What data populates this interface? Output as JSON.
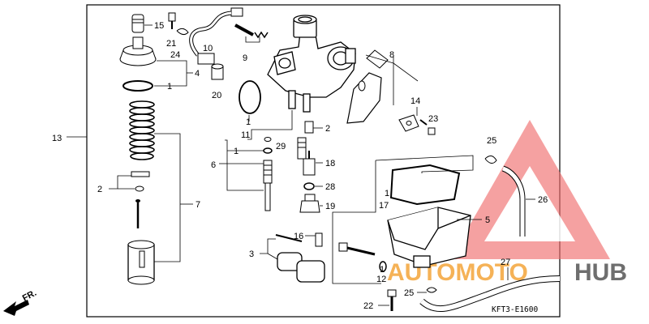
{
  "diagram_code": "KFT3-E1600",
  "direction_label": "FR.",
  "watermark": {
    "brand_part1": "AUTOMOTO",
    "brand_part2": "HUB",
    "colors": {
      "orange": "#f4a53a",
      "gray": "#555555",
      "red": "#f06c6c"
    }
  },
  "callouts": {
    "c15": "15",
    "c21": "21",
    "c24": "24",
    "c10": "10",
    "c9": "9",
    "c4": "4",
    "c1a": "1",
    "c20": "20",
    "c13": "13",
    "c1b": "1",
    "c11": "11",
    "c1c": "1",
    "c2a": "2",
    "c29": "29",
    "c6": "6",
    "c18": "18",
    "c28": "28",
    "c19": "19",
    "c2b": "2",
    "c7": "7",
    "c8": "8",
    "c14": "14",
    "c23": "23",
    "c25a": "25",
    "c26": "26",
    "c1d": "1",
    "c17": "17",
    "c5": "5",
    "c16": "16",
    "c3": "3",
    "c27": "27",
    "c1e": "1",
    "c12": "12",
    "c25b": "25",
    "c22": "22"
  }
}
